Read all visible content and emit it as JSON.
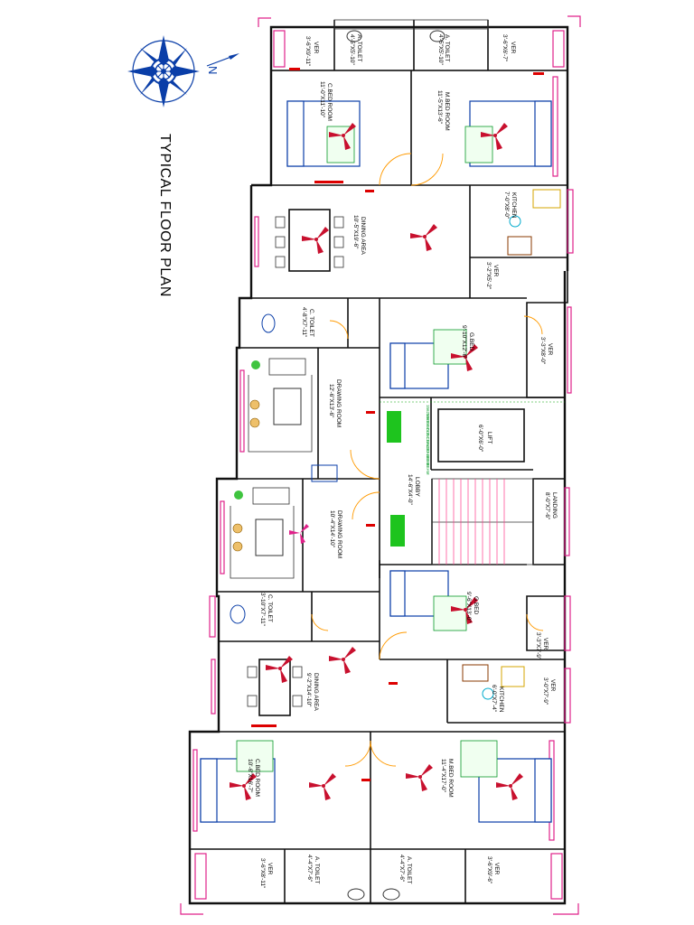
{
  "title": "TYPICAL FLOOR PLAN",
  "compass_label": "N",
  "colors": {
    "walls": "#111111",
    "windows": "#e0218a",
    "doors": "#ff9a00",
    "fixtures_red": "#d00000",
    "furniture_blue": "#0a3ea8",
    "green": "#0a9a2a"
  },
  "rooms": {
    "ver_tl": {
      "name": "VER",
      "dims": "3'-6\"X9'-11\""
    },
    "a_toilet_t1": {
      "name": "A. TOILET",
      "dims": "4'-5\"X5'-10\""
    },
    "a_toilet_t2": {
      "name": "A. TOILET",
      "dims": "4'-5\"X5'-10\""
    },
    "ver_tr": {
      "name": "VER",
      "dims": "3'-6\"X6'-7\""
    },
    "c_bed_top": {
      "name": "C.BED ROOM",
      "dims": "11'-0\"X11'-10\""
    },
    "m_bed_top": {
      "name": "M.BED ROOM",
      "dims": "11'-5\"X13'-6\""
    },
    "dining_top": {
      "name": "DINING AREA",
      "dims": "10'-5\"X19'-6\""
    },
    "kitchen_top": {
      "name": "KITCHEN",
      "dims": "7'-0\"X8'-0\""
    },
    "ver_kitchen_top": {
      "name": "VER",
      "dims": "3'-2\"X5'-2\""
    },
    "c_toilet_top": {
      "name": "C. TOILET",
      "dims": "4'-8\"X7'-11\""
    },
    "g_bed_top": {
      "name": "G.BED",
      "dims": "9'-10\"X12'-6\""
    },
    "ver_g_top": {
      "name": "VER",
      "dims": "3'-3\"X8'-0\""
    },
    "drawing_top": {
      "name": "DRAWING ROOM",
      "dims": "12'-6\"X13'-6\""
    },
    "lift": {
      "name": "LIFT",
      "dims": "6'-0\"X6'-0\""
    },
    "lobby": {
      "name": "LOBBY",
      "dims": "14'-6\"X4'-0\""
    },
    "landing": {
      "name": "LANDING",
      "dims": "8'-0\"X7'-6\""
    },
    "drawing_bottom": {
      "name": "DRAWING ROOM",
      "dims": "10'-4\"X14'-10\""
    },
    "g_bed_bottom": {
      "name": "G.BED",
      "dims": "9'-6\"X13'-0\""
    },
    "ver_g_bottom": {
      "name": "VER",
      "dims": "3'-3\"X7'-9\""
    },
    "c_toilet_bottom": {
      "name": "C. TOILET",
      "dims": "3'-10\"X7'-11\""
    },
    "dining_bottom": {
      "name": "DINING AREA",
      "dims": "9'-2\"X14'-10\""
    },
    "kitchen_bottom": {
      "name": "KITCHEN",
      "dims": "6'-0\"X7'-4\""
    },
    "ver_kitchen_bottom": {
      "name": "VER",
      "dims": "3'-0\"X7'-9\""
    },
    "c_bed_bottom": {
      "name": "C.BED ROOM",
      "dims": "10'-6\"X16'-7\""
    },
    "m_bed_bottom": {
      "name": "M.BED ROOM",
      "dims": "11'-4\"X17'-0\""
    },
    "ver_bl": {
      "name": "VER",
      "dims": "3'-6\"X8'-11\""
    },
    "a_toilet_b1": {
      "name": "A. TOILET",
      "dims": "4'-4\"X7'-6\""
    },
    "a_toilet_b2": {
      "name": "A. TOILET",
      "dims": "4'-4\"X7'-6\""
    },
    "ver_br": {
      "name": "VER",
      "dims": "3'-6\"X9'-6\""
    }
  },
  "beam_labels": {
    "upper": "15625mm X CONCEALED BEAM",
    "lower": "15625mm X CONCEALED BEAM"
  }
}
